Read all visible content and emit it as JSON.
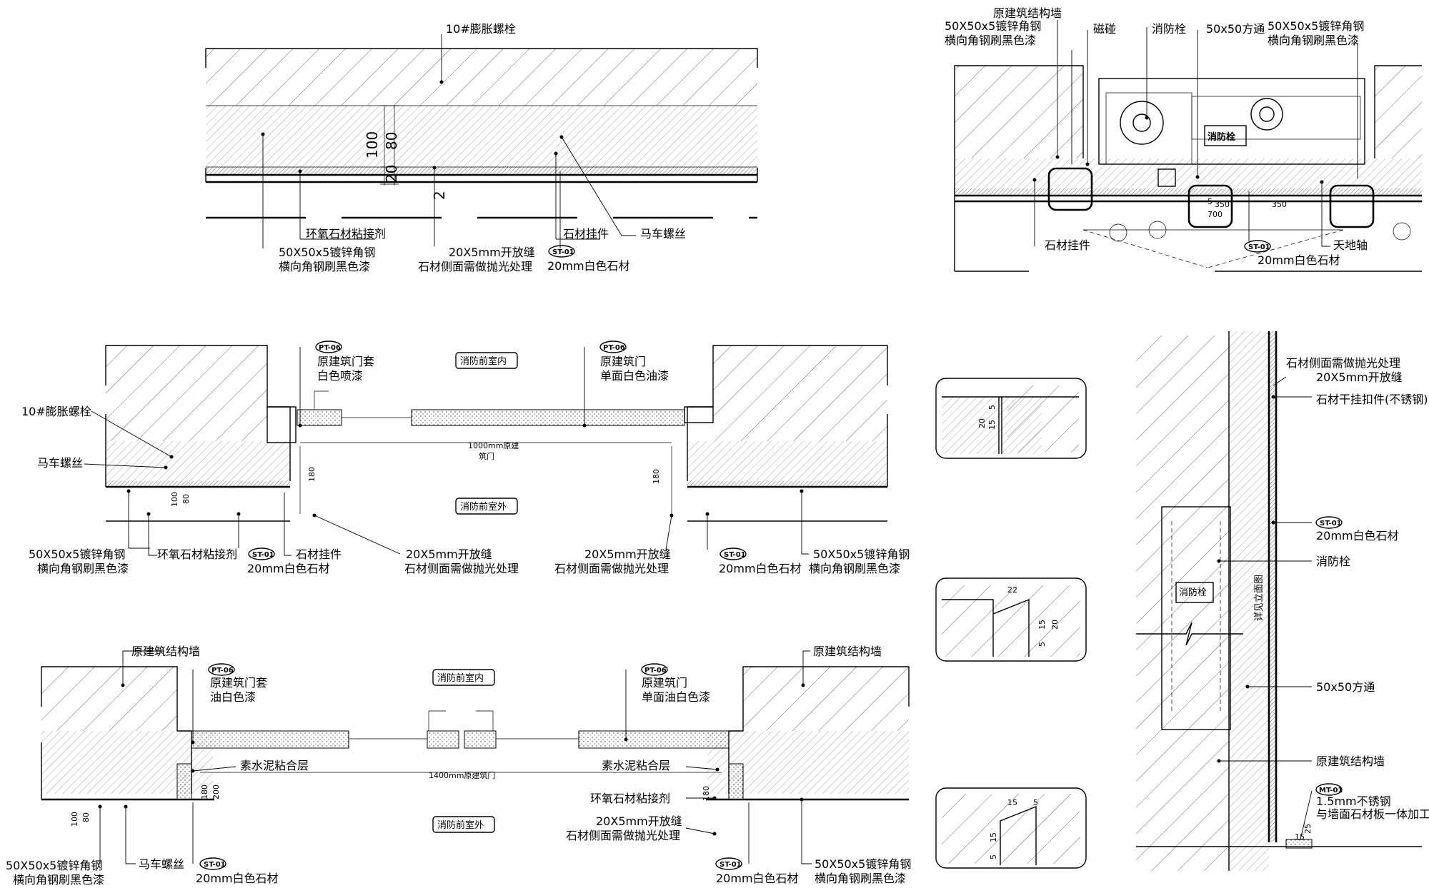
{
  "detail_a": {
    "expansion_bolt": "10#膨胀螺栓",
    "dim_100": "100",
    "dim_80": "80",
    "dim_20": "20",
    "dim_2": "2",
    "epoxy_adhesive": "环氧石材粘接剂",
    "angle_steel_1": "50X50x5镀锌角钢",
    "angle_steel_2": "横向角钢刷黑色漆",
    "open_joint_1": "20X5mm开放缝",
    "open_joint_2": "石材侧面需做抛光处理",
    "stone_hanger": "石材挂件",
    "tag_st01": "ST-01",
    "white_stone": "20mm白色石材",
    "carriage_bolt": "马车螺丝"
  },
  "detail_b": {
    "structural_wall": "原建筑结构墙",
    "angle_steel_1": "50X50x5镀锌角钢",
    "angle_steel_2": "横向角钢刷黑色漆",
    "magnetic_catch": "磁碰",
    "hydrant": "消防栓",
    "square_tube": "50x50方通",
    "angle_steel_r1": "50X50x5镀锌角钢",
    "angle_steel_r2": "横向角钢刷黑色漆",
    "hydrant_box": "消防栓",
    "dim_350_l": "350",
    "dim_700": "700",
    "dim_350_r": "350",
    "dim_5": "5",
    "stone_hanger": "石材挂件",
    "tag_st01": "ST-01",
    "white_stone": "20mm白色石材",
    "pivot": "天地轴"
  },
  "detail_c": {
    "tag_pt06_l": "PT-06",
    "door_frame_1": "原建筑门套",
    "door_frame_2": "白色喷漆",
    "room_inside": "消防前室内",
    "tag_pt06_r": "PT-06",
    "door_1": "原建筑门",
    "door_2": "单面白色油漆",
    "expansion_bolt": "10#膨胀螺栓",
    "carriage_bolt": "马车螺丝",
    "opening_1": "1000mm原建",
    "opening_2": "筑门",
    "dim_180_l": "180",
    "dim_180_r": "180",
    "dim_100": "100",
    "dim_80": "80",
    "room_outside": "消防前室外",
    "angle_steel_1": "50X50x5镀锌角钢",
    "angle_steel_2": "横向角钢刷黑色漆",
    "epoxy_adhesive": "环氧石材粘接剂",
    "tag_st01_l": "ST-01",
    "white_stone_l": "20mm白色石材",
    "stone_hanger": "石材挂件",
    "open_joint_l1": "20X5mm开放缝",
    "open_joint_l2": "石材侧面需做抛光处理",
    "open_joint_r1": "20X5mm开放缝",
    "open_joint_r2": "石材侧面需做抛光处理",
    "tag_st01_r": "ST-01",
    "white_stone_r": "20mm白色石材",
    "angle_steel_r1": "50X50x5镀锌角钢",
    "angle_steel_r2": "横向角钢刷黑色漆"
  },
  "detail_d": {
    "structural_wall_l": "原建筑结构墙",
    "tag_pt06_l": "PT-06",
    "door_frame_1": "原建筑门套",
    "door_frame_2": "油白色漆",
    "room_inside": "消防前室内",
    "tag_pt06_r": "PT-06",
    "door_1": "原建筑门",
    "door_2": "单面油白色漆",
    "structural_wall_r": "原建筑结构墙",
    "cement_layer_l": "素水泥粘合层",
    "cement_layer_r": "素水泥粘合层",
    "opening": "1400mm原建筑门",
    "epoxy_adhesive": "环氧石材粘接剂",
    "open_joint_1": "20X5mm开放缝",
    "open_joint_2": "石材侧面需做抛光处理",
    "dim_180_l": "180",
    "dim_200": "200",
    "dim_180_r": "180",
    "dim_100": "100",
    "dim_80": "80",
    "room_outside": "消防前室外",
    "angle_steel_1": "50X50x5镀锌角钢",
    "angle_steel_2": "横向角钢刷黑色漆",
    "carriage_bolt": "马车螺丝",
    "tag_st01_l": "ST-01",
    "white_stone_l": "20mm白色石材",
    "tag_st01_r": "ST-01",
    "white_stone_r": "20mm白色石材",
    "angle_steel_r1": "50X50x5镀锌角钢",
    "angle_steel_r2": "横向角钢刷黑色漆"
  },
  "small_details": {
    "s1_dim_5": "5",
    "s1_dim_15": "15",
    "s1_dim_20": "20",
    "s2_dim_22": "22",
    "s2_dim_15": "15",
    "s2_dim_20": "20",
    "s2_dim_5": "5",
    "s3_dim_15": "15",
    "s3_dim_5a": "5",
    "s3_dim_15v": "15",
    "s3_dim_5b": "5"
  },
  "detail_e": {
    "polish_note": "石材侧面需做抛光处理",
    "open_joint": "20X5mm开放缝",
    "dry_hang_clip": "石材干挂扣件(不锈钢)",
    "tag_st01": "ST-01",
    "white_stone": "20mm白色石材",
    "hydrant": "消防栓",
    "hydrant_box": "消防栓",
    "see_elevation": "详见立面图",
    "square_tube": "50x50方通",
    "structural_wall": "原建筑结构墙",
    "tag_mt01": "MT-01",
    "stainless_1": "1.5mm不锈钢",
    "stainless_2": "与墙面石材板一体加工",
    "dim_15": "15",
    "dim_25": "25"
  }
}
